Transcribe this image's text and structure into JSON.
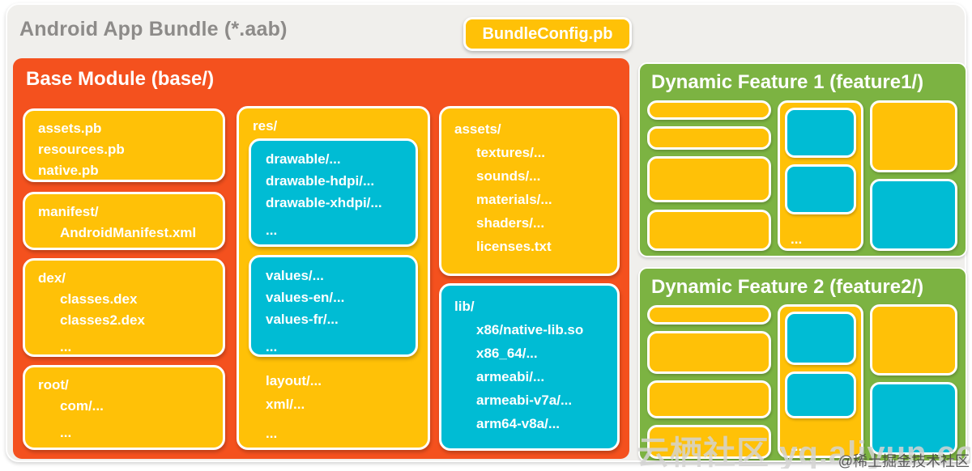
{
  "header": {
    "title": "Android App Bundle (*.aab)",
    "bundle_config": "BundleConfig.pb"
  },
  "base_module": {
    "title": "Base Module (base/)",
    "meta_box": [
      "assets.pb",
      "resources.pb",
      "native.pb"
    ],
    "manifest_box": {
      "header": "manifest/",
      "items": [
        "AndroidManifest.xml"
      ]
    },
    "dex_box": {
      "header": "dex/",
      "items": [
        "classes.dex",
        "classes2.dex",
        "..."
      ]
    },
    "root_box": {
      "header": "root/",
      "items": [
        "com/...",
        "..."
      ]
    },
    "res_box": {
      "header": "res/",
      "drawable_group": [
        "drawable/...",
        "drawable-hdpi/...",
        "drawable-xhdpi/...",
        "..."
      ],
      "values_group": [
        "values/...",
        "values-en/...",
        "values-fr/...",
        "..."
      ],
      "loose_items": [
        "layout/...",
        "xml/...",
        "..."
      ]
    },
    "assets_box": {
      "header": "assets/",
      "items": [
        "textures/...",
        "sounds/...",
        "materials/...",
        "shaders/...",
        "licenses.txt"
      ]
    },
    "lib_box": {
      "header": "lib/",
      "items": [
        "x86/native-lib.so",
        "x86_64/...",
        "armeabi/...",
        "armeabi-v7a/...",
        "arm64-v8a/..."
      ]
    }
  },
  "features": {
    "feature1": {
      "title": "Dynamic Feature 1 (feature1/)",
      "ellipsis": "..."
    },
    "feature2": {
      "title": "Dynamic Feature 2 (feature2/)",
      "ellipsis": "..."
    }
  },
  "watermarks": {
    "aliyun": "云栖社区 yq.aliyun.com",
    "juejin": "@稀土掘金技术社区"
  },
  "colors": {
    "base_orange": "#F4511E",
    "box_amber": "#FFC107",
    "box_teal": "#00BCD4",
    "feature_green": "#7CB342",
    "surface_gray": "#F0EFEC",
    "title_gray": "#8D8B89"
  }
}
